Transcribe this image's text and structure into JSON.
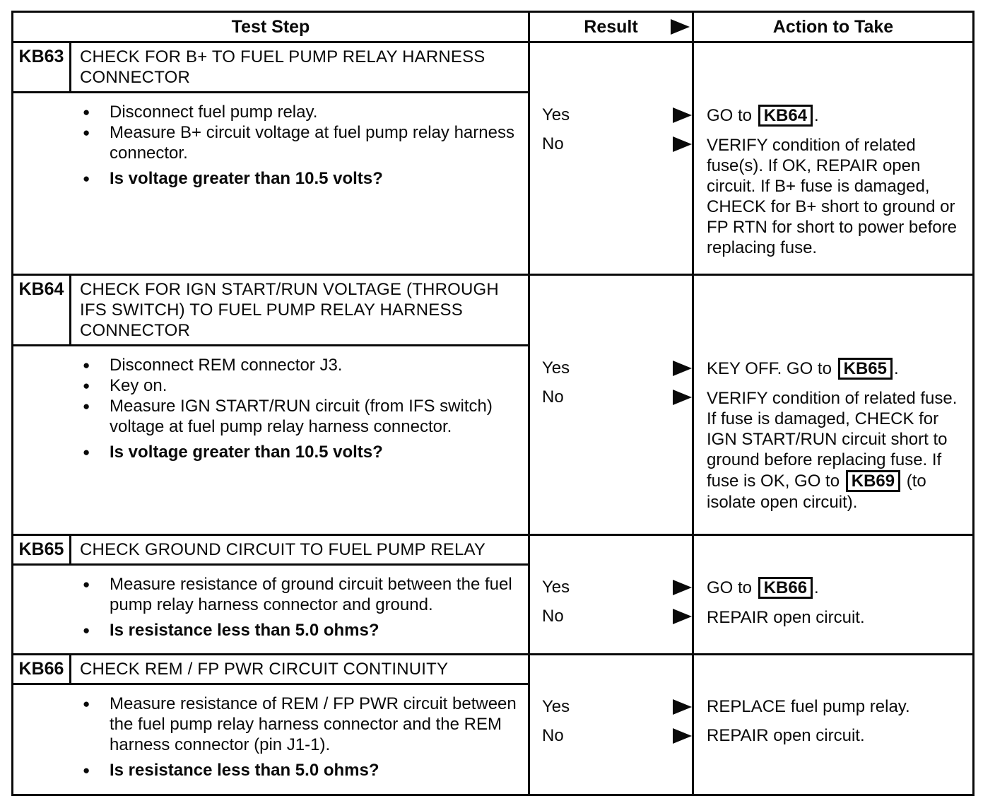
{
  "table": {
    "headers": {
      "test_step": "Test Step",
      "result": "Result",
      "action": "Action to Take"
    },
    "bullet_icon": "●",
    "arrow_icon": "right-triangle",
    "steps": [
      {
        "id": "KB63",
        "title": "CHECK FOR B+ TO FUEL PUMP RELAY HARNESS CONNECTOR",
        "bullets": [
          {
            "text": "Disconnect fuel pump relay.",
            "bold": false
          },
          {
            "text": "Measure B+ circuit voltage at fuel pump relay harness connector.",
            "bold": false
          },
          {
            "text": "Is voltage greater than 10.5 volts?",
            "bold": true
          }
        ],
        "results": [
          {
            "label": "Yes",
            "action": [
              {
                "text": "GO to "
              },
              {
                "ref": "KB64"
              },
              {
                "text": "."
              }
            ]
          },
          {
            "label": "No",
            "action": [
              {
                "text": "VERIFY condition of related fuse(s). If OK, REPAIR open circuit. If B+ fuse is damaged, CHECK for B+ short to ground or FP RTN for short to power before replacing fuse."
              }
            ]
          }
        ]
      },
      {
        "id": "KB64",
        "title": "CHECK FOR IGN START/RUN VOLTAGE (THROUGH IFS SWITCH) TO FUEL PUMP RELAY HARNESS CONNECTOR",
        "bullets": [
          {
            "text": "Disconnect REM connector J3.",
            "bold": false
          },
          {
            "text": "Key on.",
            "bold": false
          },
          {
            "text": "Measure IGN START/RUN circuit (from IFS switch) voltage at fuel pump relay harness connector.",
            "bold": false
          },
          {
            "text": "Is voltage greater than 10.5 volts?",
            "bold": true
          }
        ],
        "results": [
          {
            "label": "Yes",
            "action": [
              {
                "text": "KEY OFF. GO to "
              },
              {
                "ref": "KB65"
              },
              {
                "text": "."
              }
            ]
          },
          {
            "label": "No",
            "action": [
              {
                "text": "VERIFY condition of related fuse. If fuse is damaged, CHECK for IGN START/RUN circuit short to ground before replacing fuse. If fuse is OK, GO to "
              },
              {
                "ref": "KB69"
              },
              {
                "text": " (to isolate open circuit)."
              }
            ]
          }
        ]
      },
      {
        "id": "KB65",
        "title": "CHECK GROUND CIRCUIT TO FUEL PUMP RELAY",
        "bullets": [
          {
            "text": "Measure resistance of ground circuit between the fuel pump relay harness connector and ground.",
            "bold": false
          },
          {
            "text": "Is resistance less than 5.0 ohms?",
            "bold": true
          }
        ],
        "results": [
          {
            "label": "Yes",
            "action": [
              {
                "text": "GO to "
              },
              {
                "ref": "KB66"
              },
              {
                "text": "."
              }
            ]
          },
          {
            "label": "No",
            "action": [
              {
                "text": "REPAIR open circuit."
              }
            ]
          }
        ]
      },
      {
        "id": "KB66",
        "title": "CHECK REM / FP PWR CIRCUIT CONTINUITY",
        "bullets": [
          {
            "text": "Measure resistance of REM / FP PWR circuit between the fuel pump relay harness connector and the REM harness connector (pin J1-1).",
            "bold": false
          },
          {
            "text": "Is resistance less than 5.0 ohms?",
            "bold": true
          }
        ],
        "results": [
          {
            "label": "Yes",
            "action": [
              {
                "text": "REPLACE fuel pump relay."
              }
            ]
          },
          {
            "label": "No",
            "action": [
              {
                "text": "REPAIR open circuit."
              }
            ]
          }
        ]
      }
    ]
  }
}
